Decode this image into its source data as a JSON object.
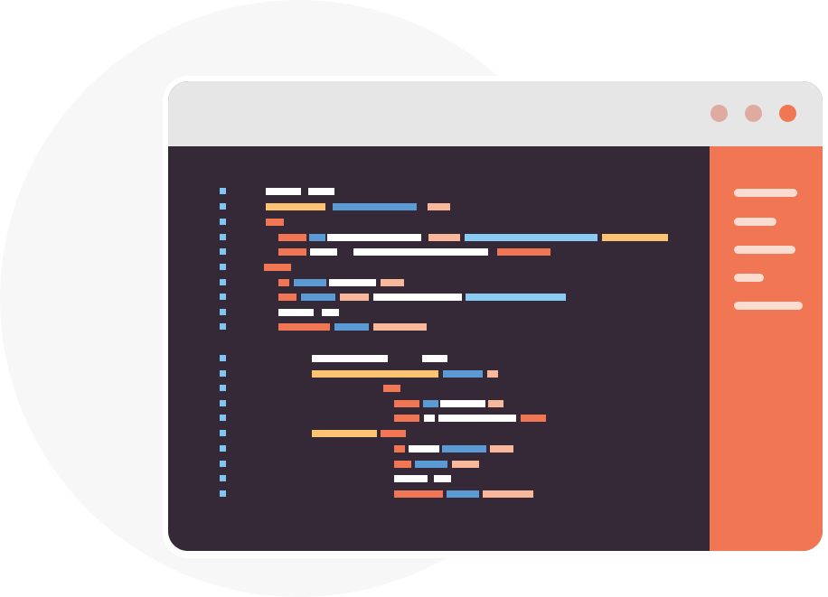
{
  "colors": {
    "background_circle": "#f7f7f7",
    "window_frame": "#ffffff",
    "title_bar": "#e6e6e6",
    "editor_background": "#352938",
    "sidebar_background": "#f17654",
    "window_button_inactive": "#dfaba0",
    "window_button_active": "#f17654",
    "gutter_marker": "#80c6f0",
    "sidebar_item": "#fadcd0",
    "token_white": "#ffffff",
    "token_yellow": "#fcc373",
    "token_blue": "#5b9bd5",
    "token_peach": "#f8b899",
    "token_red": "#f17654",
    "token_light_blue": "#8acbf4"
  },
  "window": {
    "buttons": [
      {
        "name": "window-dot-left",
        "color": "window_button_inactive"
      },
      {
        "name": "window-dot-middle",
        "color": "window_button_inactive"
      },
      {
        "name": "window-dot-close",
        "color": "window_button_active"
      }
    ]
  },
  "editor": {
    "lines": [
      [
        "white",
        "white"
      ],
      [
        "yellow",
        "blue",
        "peach"
      ],
      [
        "red"
      ],
      [
        "red",
        "blue",
        "white",
        "peach",
        "light_blue",
        "yellow"
      ],
      [
        "red",
        "white",
        "white",
        "red"
      ],
      [
        "red"
      ],
      [
        "red",
        "blue",
        "white",
        "peach"
      ],
      [
        "red",
        "blue",
        "peach",
        "white",
        "light_blue"
      ],
      [
        "white",
        "white"
      ],
      [
        "red",
        "blue",
        "peach"
      ],
      [
        "white",
        "white"
      ],
      [
        "yellow",
        "blue",
        "peach"
      ],
      [
        "red"
      ],
      [
        "red",
        "blue",
        "white",
        "peach"
      ],
      [
        "red",
        "white",
        "white",
        "red"
      ],
      [
        "yellow",
        "red"
      ],
      [
        "red",
        "white",
        "blue",
        "peach"
      ],
      [
        "red",
        "blue",
        "peach"
      ],
      [
        "white",
        "white"
      ],
      [
        "red",
        "blue",
        "peach"
      ]
    ]
  },
  "sidebar": {
    "item_count": 5
  }
}
